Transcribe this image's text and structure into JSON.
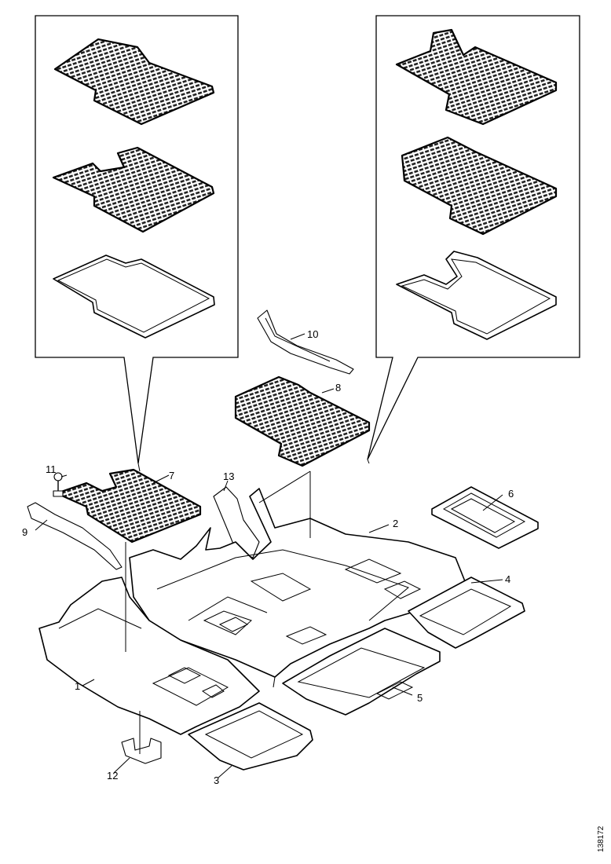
{
  "callouts": {
    "c1": "1",
    "c2": "2",
    "c3": "3",
    "c4": "4",
    "c5": "5",
    "c6": "6",
    "c7": "7",
    "c8": "8",
    "c9": "9",
    "c10": "10",
    "c11": "11",
    "c12": "12",
    "c13": "13"
  },
  "reference_number": "138172"
}
